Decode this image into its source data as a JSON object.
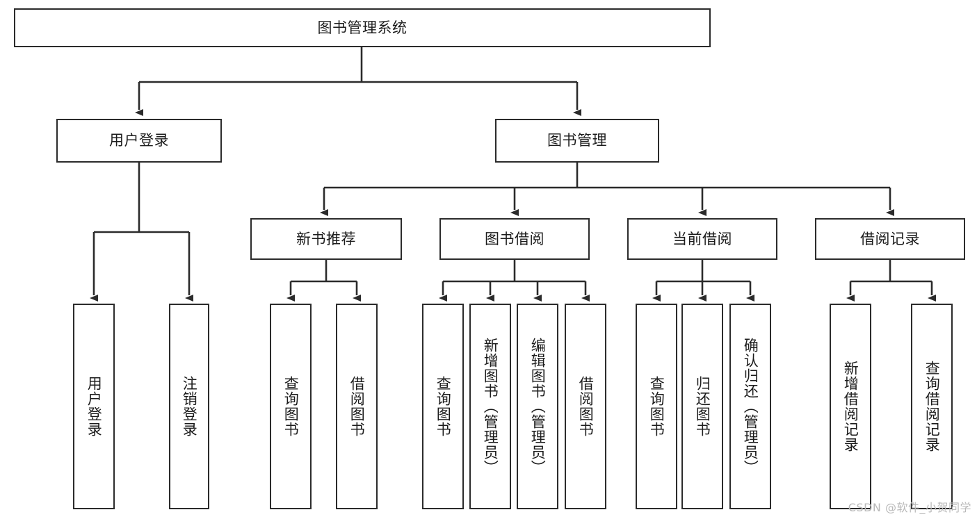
{
  "diagram": {
    "type": "tree-hierarchy",
    "title": "图书管理系统",
    "root": {
      "id": "root",
      "label": "图书管理系统"
    },
    "level2": [
      {
        "id": "user-login",
        "label": "用户登录"
      },
      {
        "id": "book-manage",
        "label": "图书管理"
      }
    ],
    "level3": [
      {
        "id": "new-book-rec",
        "label": "新书推荐",
        "parent": "book-manage"
      },
      {
        "id": "book-borrow",
        "label": "图书借阅",
        "parent": "book-manage"
      },
      {
        "id": "current-borrow",
        "label": "当前借阅",
        "parent": "book-manage"
      },
      {
        "id": "borrow-record",
        "label": "借阅记录",
        "parent": "book-manage"
      }
    ],
    "leaves": [
      {
        "id": "leaf-user-login",
        "label": "用户登录",
        "parent": "user-login"
      },
      {
        "id": "leaf-logout",
        "label": "注销登录",
        "parent": "user-login"
      },
      {
        "id": "leaf-query-book-1",
        "label": "查询图书",
        "parent": "new-book-rec"
      },
      {
        "id": "leaf-borrow-book-1",
        "label": "借阅图书",
        "parent": "new-book-rec"
      },
      {
        "id": "leaf-query-book-2",
        "label": "查询图书",
        "parent": "book-borrow"
      },
      {
        "id": "leaf-add-book",
        "label": "新增图书（管理员）",
        "parent": "book-borrow"
      },
      {
        "id": "leaf-edit-book",
        "label": "编辑图书（管理员）",
        "parent": "book-borrow"
      },
      {
        "id": "leaf-borrow-book-2",
        "label": "借阅图书",
        "parent": "book-borrow"
      },
      {
        "id": "leaf-query-book-3",
        "label": "查询图书",
        "parent": "current-borrow"
      },
      {
        "id": "leaf-return-book",
        "label": "归还图书",
        "parent": "current-borrow"
      },
      {
        "id": "leaf-confirm-return",
        "label": "确认归还（管理员）",
        "parent": "current-borrow"
      },
      {
        "id": "leaf-add-record",
        "label": "新增借阅记录",
        "parent": "borrow-record"
      },
      {
        "id": "leaf-query-record",
        "label": "查询借阅记录",
        "parent": "borrow-record"
      }
    ],
    "colors": {
      "stroke": "#2b2b2b",
      "fill": "#ffffff",
      "text": "#1c1c1c",
      "watermark": "#b9b9b9"
    }
  },
  "watermark": {
    "text": "CSDN @软件_小贺同学"
  }
}
